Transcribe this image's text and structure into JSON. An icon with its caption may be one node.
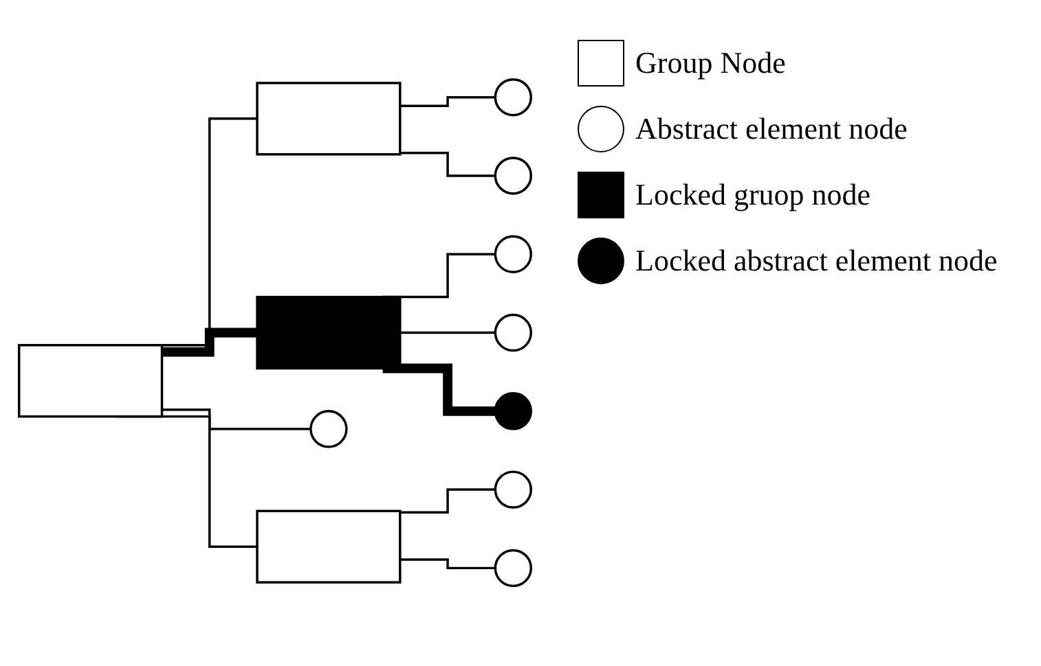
{
  "diagram": {
    "nodes": [
      {
        "text": [],
        "shape": "box"
      },
      {
        "text": [],
        "shape": "box"
      },
      {
        "text": [],
        "shape": "circle"
      },
      {
        "text": [],
        "shape": "circle"
      },
      {
        "text": [],
        "shape": "circle"
      },
      {
        "text": [],
        "shape": "box"
      },
      {
        "text": [],
        "shape": "circle"
      },
      {
        "text": [],
        "shape": "circle"
      },
      {
        "text": [],
        "shape": "circle"
      },
      {
        "text": [],
        "shape": "box"
      },
      {
        "text": [],
        "shape": "circle"
      },
      {
        "text": [],
        "shape": "circle"
      }
    ],
    "edges": [
      {
        "from": 0,
        "to": 1,
        "arrow": "none"
      },
      {
        "from": 1,
        "to": 2,
        "arrow": "none"
      },
      {
        "from": 1,
        "to": 3,
        "arrow": "none"
      },
      {
        "from": 0,
        "to": 5,
        "arrow": "none",
        "style": "thick"
      },
      {
        "from": 5,
        "to": 4,
        "arrow": "none"
      },
      {
        "from": 5,
        "to": 6,
        "arrow": "none"
      },
      {
        "from": 5,
        "to": 7,
        "arrow": "none",
        "style": "thick"
      },
      {
        "from": 0,
        "to": 8,
        "arrow": "none"
      },
      {
        "from": 0,
        "to": 9,
        "arrow": "none"
      },
      {
        "from": 9,
        "to": 10,
        "arrow": "none"
      },
      {
        "from": 9,
        "to": 11,
        "arrow": "none"
      }
    ],
    "legend": [
      {
        "text": "Group Node"
      },
      {
        "text": "Abstract element node"
      },
      {
        "text": "Locked gruop node"
      },
      {
        "text": "Locked abstract element node"
      }
    ]
  }
}
